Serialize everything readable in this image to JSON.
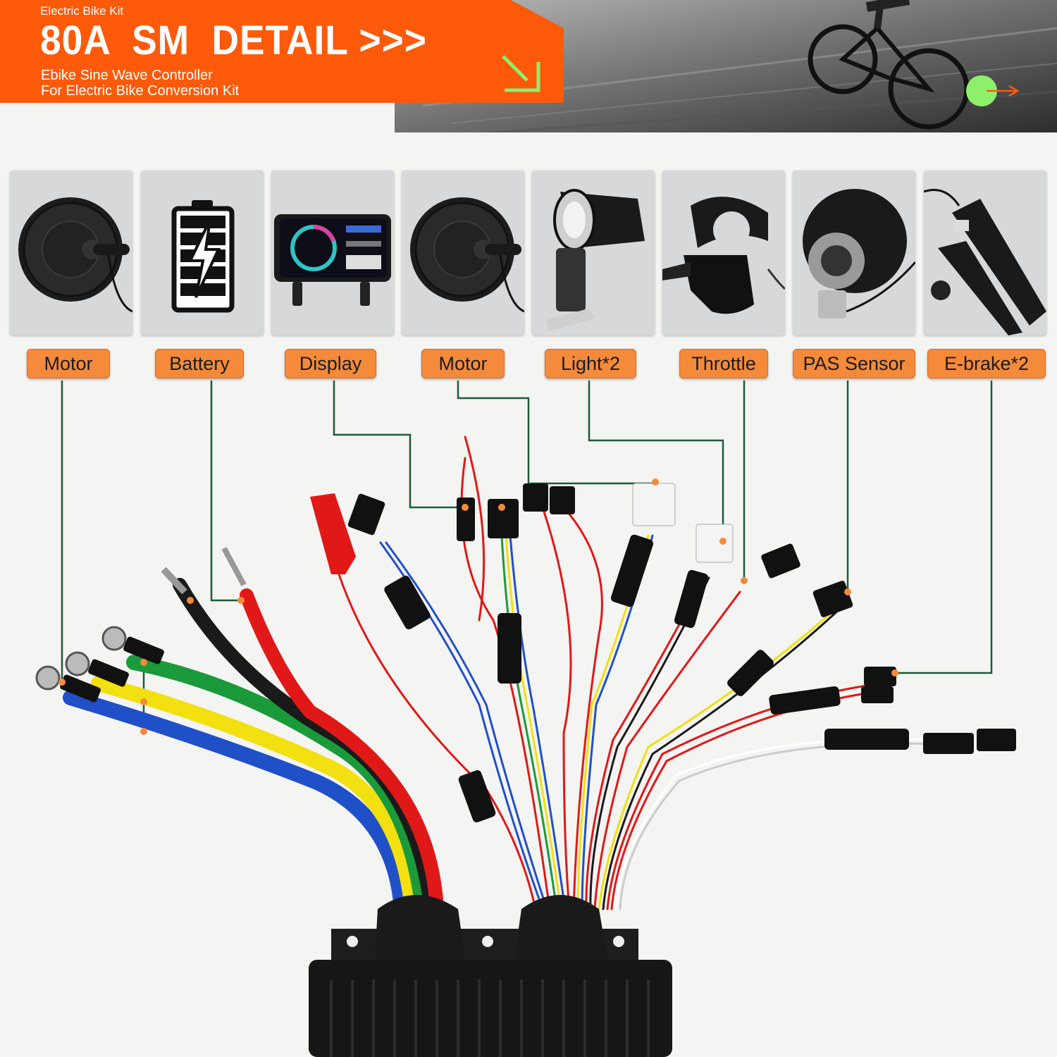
{
  "header": {
    "kicker": "Electric Bike Kit",
    "title": "80A  SM  DETAIL >>>",
    "subtitle_line1": "Ebike Sine Wave Controller",
    "subtitle_line2": "For Electric Bike Conversion Kit"
  },
  "components": [
    {
      "label": "Motor",
      "icon": "hub-motor-icon"
    },
    {
      "label": "Battery",
      "icon": "battery-icon"
    },
    {
      "label": "Display",
      "icon": "display-icon"
    },
    {
      "label": "Motor",
      "icon": "hub-motor-icon"
    },
    {
      "label": "Light*2",
      "icon": "headlight-icon"
    },
    {
      "label": "Throttle",
      "icon": "throttle-icon"
    },
    {
      "label": "PAS Sensor",
      "icon": "pas-sensor-icon"
    },
    {
      "label": "E-brake*2",
      "icon": "brake-lever-icon"
    }
  ],
  "colors": {
    "banner_orange": "#ff5a0a",
    "label_orange": "#f58a3a",
    "leader_line": "#1e5a3a",
    "accent_green": "#8ef06a",
    "wire_red": "#e01818",
    "wire_yellow": "#f2e010",
    "wire_green": "#1a9a3a",
    "wire_blue": "#2050c8",
    "wire_black": "#1a1a1a"
  }
}
